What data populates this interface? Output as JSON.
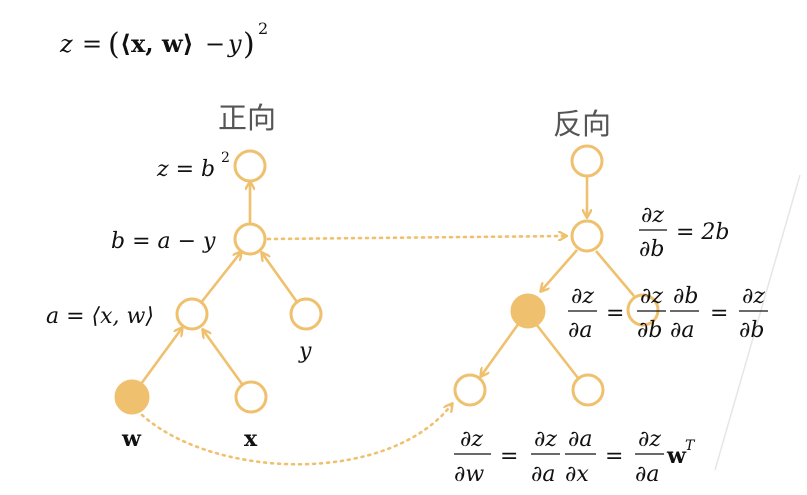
{
  "colors": {
    "node_stroke": "#EFC06E",
    "node_filled": "#EFC06E",
    "edge": "#EFC06E",
    "text": "#111111",
    "faint_line": "#E6E6E6"
  },
  "formula": {
    "lhs": "z",
    "eq": "=",
    "rhs_open": "(",
    "inner": "⟨x, w⟩",
    "minus": "−",
    "y": "y",
    "rhs_close": ")",
    "power": "2"
  },
  "forward": {
    "title": "正向",
    "labels": {
      "z_def_lhs": "z = b",
      "z_def_pow": "2",
      "b_def": "b = a − y",
      "a_def": "a = ⟨x, w⟩",
      "y": "y",
      "w": "w",
      "x": "x"
    }
  },
  "backward": {
    "title": "反向",
    "dz_db": {
      "num": "∂z",
      "den": "∂b",
      "rhs": "= 2b"
    },
    "dz_da": {
      "t1_num": "∂z",
      "t1_den": "∂a",
      "eq1": "=",
      "t2_num": "∂z",
      "t2_den": "∂b",
      "t3_num": "∂b",
      "t3_den": "∂a",
      "eq2": "=",
      "t4_num": "∂z",
      "t4_den": "∂b"
    },
    "dz_dw": {
      "t1_num": "∂z",
      "t1_den": "∂w",
      "eq1": "=",
      "t2_num": "∂z",
      "t2_den": "∂a",
      "t3_num": "∂a",
      "t3_den": "∂x",
      "eq2": "=",
      "t4_num": "∂z",
      "t4_den": "∂a",
      "tail": "w",
      "tail_sup": "T"
    }
  }
}
